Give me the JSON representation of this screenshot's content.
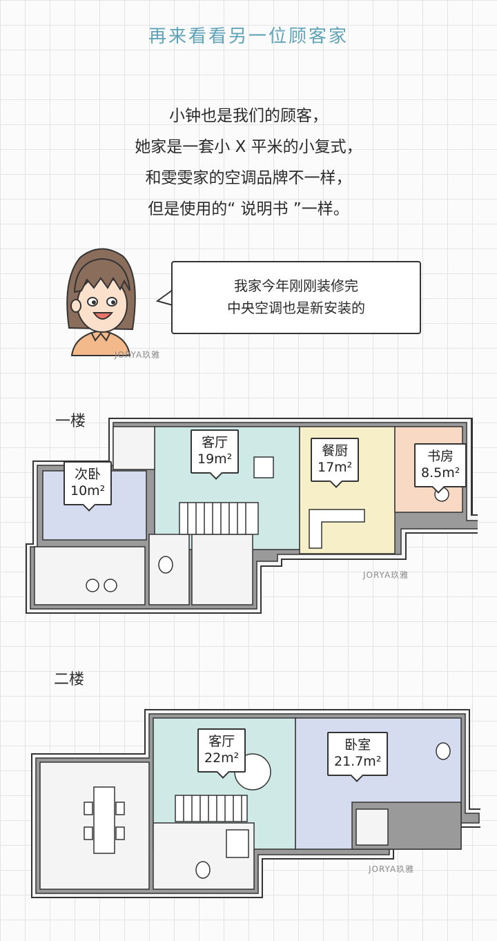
{
  "header": {
    "title": "再来看看另一位顾客家"
  },
  "intro": {
    "lines": [
      "小钟也是我们的顾客，",
      "她家是一套小 X 平米的小复式，",
      "和雯雯家的空调品牌不一样，",
      "但是使用的“ 说明书 ”一样。"
    ]
  },
  "speech": {
    "lines": [
      "我家今年刚刚装修完",
      "中央空调也是新安装的"
    ]
  },
  "watermark": "JORYA玖雅",
  "floor1": {
    "label": "一楼",
    "rooms": [
      {
        "name": "次卧",
        "area": "10m²"
      },
      {
        "name": "客厅",
        "area": "19m²"
      },
      {
        "name": "餐厨",
        "area": "17m²"
      },
      {
        "name": "书房",
        "area": "8.5m²"
      }
    ]
  },
  "floor2": {
    "label": "二楼",
    "rooms": [
      {
        "name": "客厅",
        "area": "22m²"
      },
      {
        "name": "卧室",
        "area": "21.7m²"
      }
    ]
  },
  "colors": {
    "title": "#5fa3b8",
    "living": "#cfe9e6",
    "bedroom": "#d6dcef",
    "kitchen": "#f6efc8",
    "study": "#f8d9c3",
    "wall": "#9a9a9a"
  }
}
